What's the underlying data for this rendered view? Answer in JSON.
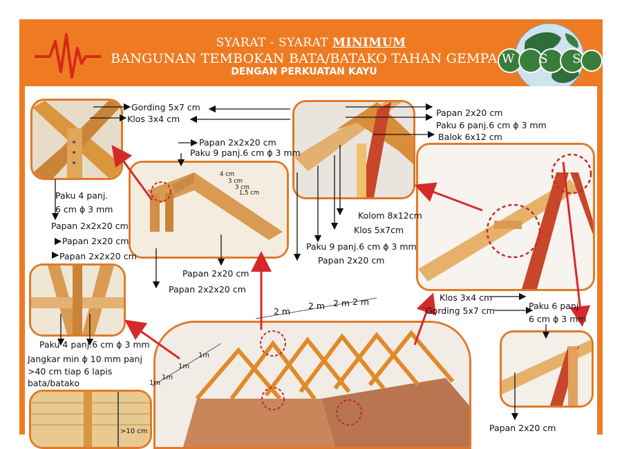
{
  "header": {
    "title_prefix": "SYARAT - SYARAT ",
    "title_emphasis": "MINIMUM",
    "title_line2": "BANGUNAN TEMBOKAN BATA/BATAKO TAHAN GEMPA",
    "title_line3": "DENGAN PERKUATAN   KAYU",
    "logo_text": "W S S I"
  },
  "colors": {
    "orange": "#ee7b22",
    "box_border": "#e07a28",
    "wood": "#d99a52",
    "beam_red": "#c8462a",
    "guide_red": "#d42a2a"
  },
  "labels": {
    "gording_top": "Gording 5x7 cm",
    "klos_top": "Klos 3x4 cm",
    "paku4_a": "Paku 4 panj.",
    "paku4_b": "6 cm ϕ 3 mm",
    "papan2x2_left": "Papan 2x2x20 cm",
    "papan2x2_mid": "Papan 2x2x20 cm",
    "paku9_mid": "Paku 9 panj.6 cm ϕ 3 mm",
    "dim_4": "4 cm",
    "dim_3a": "3 cm",
    "dim_3b": "3 cm",
    "dim_15": "1,5 cm",
    "papan_2x20_left": "Papan 2x20 cm",
    "papan_2x2x20_left2": "Papan 2x2x20 cm",
    "papan_2x20_mid_bottom": "Papan 2x20 cm",
    "papan_2x2x20_mid_bottom": "Papan 2x2x20 cm",
    "papan_2x20_tr": "Papan 2x20 cm",
    "paku6_tr": "Paku 6 panj.6 cm ϕ 3 mm",
    "balok_tr": "Balok 6x12 cm",
    "kolom_tr": "Kolom 8x12cm",
    "klos_tr": "Klos 5x7cm",
    "paku9_tr": "Paku 9 panj.6 cm ϕ 3 mm",
    "papan_2x20_tr2": "Papan 2x20 cm",
    "paku4_left_bottom": "Paku 4 panj.6 cm ϕ 3 mm",
    "jangkar_1": "Jangkar min ϕ 10 mm panj",
    "jangkar_2": ">40 cm tiap 6 lapis",
    "jangkar_3": "bata/batako",
    "klos_right": "Klos 3x4 cm",
    "gording_right": "Gording 5x7 cm",
    "paku6_right_a": "Paku 6 panj.",
    "paku6_right_b": "6 cm ϕ 3 mm",
    "papan_2x20_right_bottom": "Papan 2x20 cm",
    "spacing_2m_a": "2 m",
    "spacing_2m_b": "2 m",
    "spacing_2m_c": "2 m",
    "spacing_2m_d": "2 m",
    "spacing_1m_a": "1m",
    "spacing_1m_b": "1m",
    "spacing_1m_c": "1m",
    "spacing_1m_d": "1m",
    "dim_10cm": ">10 cm"
  }
}
